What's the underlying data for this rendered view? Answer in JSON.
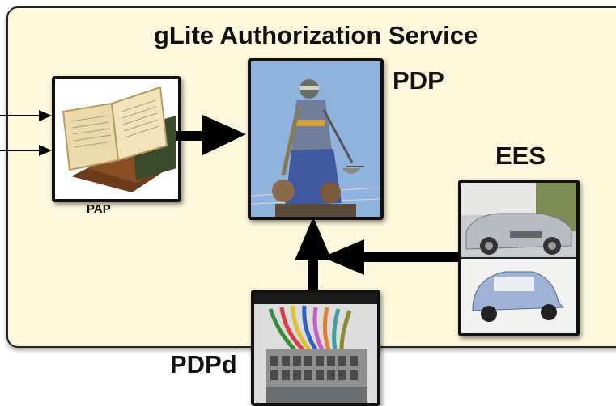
{
  "diagram": {
    "title": "gLite Authorization Service",
    "components": {
      "pap": {
        "label": "PAP"
      },
      "pdp": {
        "label": "PDP"
      },
      "ees": {
        "label": "EES"
      },
      "pdpd": {
        "label": "PDPd"
      }
    },
    "colors": {
      "panel_fill": "#fdf8dc",
      "border": "#111111",
      "arrow": "#000000",
      "sky": "#8fb3dc"
    },
    "icons": {
      "pap": "open-books-icon",
      "pdp": "lady-justice-statue-icon",
      "ees": "cars-photo-icon",
      "pdpd": "wired-connector-photo-icon"
    }
  }
}
